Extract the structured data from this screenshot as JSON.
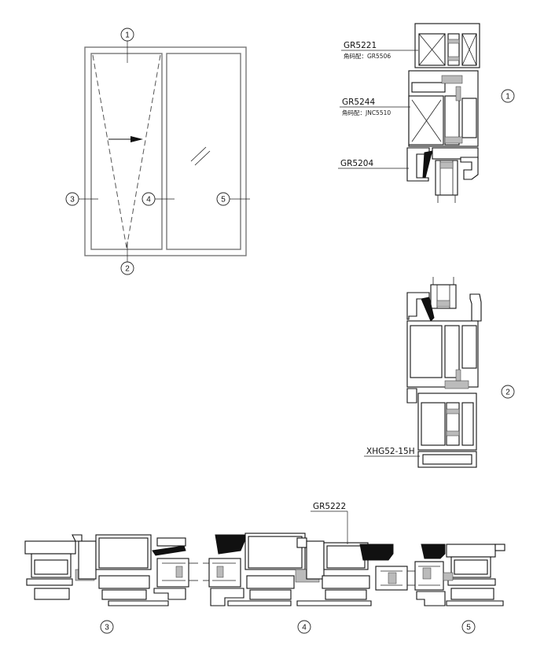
{
  "elevation": {
    "callouts": [
      "1",
      "2",
      "3",
      "4",
      "5"
    ]
  },
  "profiles": {
    "gr5221": {
      "code": "GR5221",
      "note": "角码配：GR5506"
    },
    "gr5244": {
      "code": "GR5244",
      "note": "角码配：JNC5510"
    },
    "gr5204": {
      "code": "GR5204"
    },
    "xhg52": {
      "code": "XHG52-15H"
    },
    "gr5222": {
      "code": "GR5222"
    }
  },
  "sections": {
    "section1": "1",
    "section2": "2",
    "section3": "3",
    "section4": "4",
    "section5": "5"
  },
  "colors": {
    "line": "#111111",
    "frame": "#777777",
    "gasket": "#bbbbbb"
  }
}
